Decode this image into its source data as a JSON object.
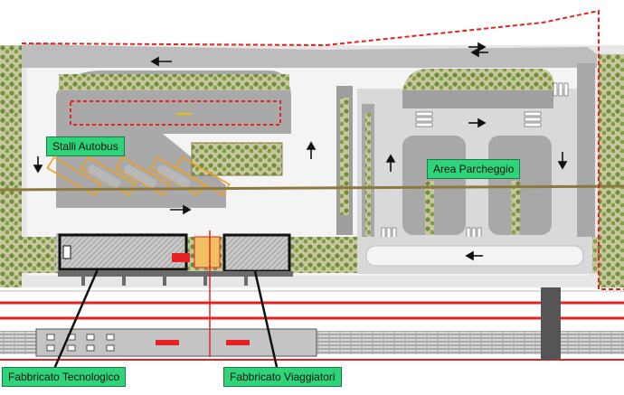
{
  "labels": {
    "bus_stalls": "Stalli Autobus",
    "parking_area": "Area Parcheggio",
    "technical_building": "Fabbricato Tecnologico",
    "passenger_building": "Fabbricato Viaggiatori"
  },
  "colors": {
    "label_fill": "#2ed47a",
    "boundary_red": "#e52222",
    "pavement_grey": "#9a9a9a",
    "road_white": "#f4f4f4",
    "tree_green": "#6b8f3a",
    "bus_stall_orange": "#f0a020",
    "building_outline": "#111111"
  }
}
